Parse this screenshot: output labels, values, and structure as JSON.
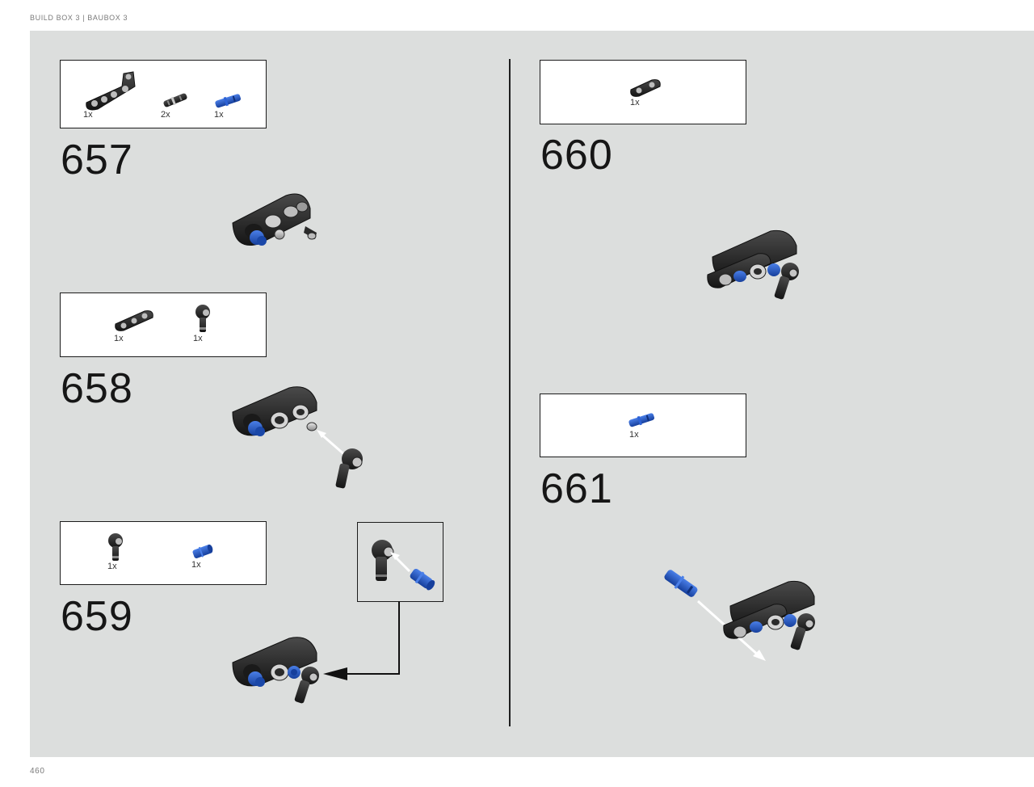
{
  "header": "BUILD BOX 3 | BAUBOX 3",
  "page_number": "460",
  "steps": [
    {
      "number": "657",
      "parts": [
        {
          "icon": "bent-beam-icon",
          "qty": "1x"
        },
        {
          "icon": "black-pin-icon",
          "qty": "2x"
        },
        {
          "icon": "blue-axle-pin-icon",
          "qty": "1x"
        }
      ]
    },
    {
      "number": "658",
      "parts": [
        {
          "icon": "beam-3-icon",
          "qty": "1x"
        },
        {
          "icon": "ball-joint-icon",
          "qty": "1x"
        }
      ]
    },
    {
      "number": "659",
      "parts": [
        {
          "icon": "ball-joint-icon",
          "qty": "1x"
        },
        {
          "icon": "blue-connector-icon",
          "qty": "1x"
        }
      ]
    },
    {
      "number": "660",
      "parts": [
        {
          "icon": "beam-2-icon",
          "qty": "1x"
        }
      ]
    },
    {
      "number": "661",
      "parts": [
        {
          "icon": "blue-axle-pin-icon",
          "qty": "1x"
        }
      ]
    }
  ],
  "colors": {
    "background": "#dcdedd",
    "part_black": "#2b2b2b",
    "part_blue": "#1f55c8",
    "part_grey": "#9a9a9a"
  }
}
